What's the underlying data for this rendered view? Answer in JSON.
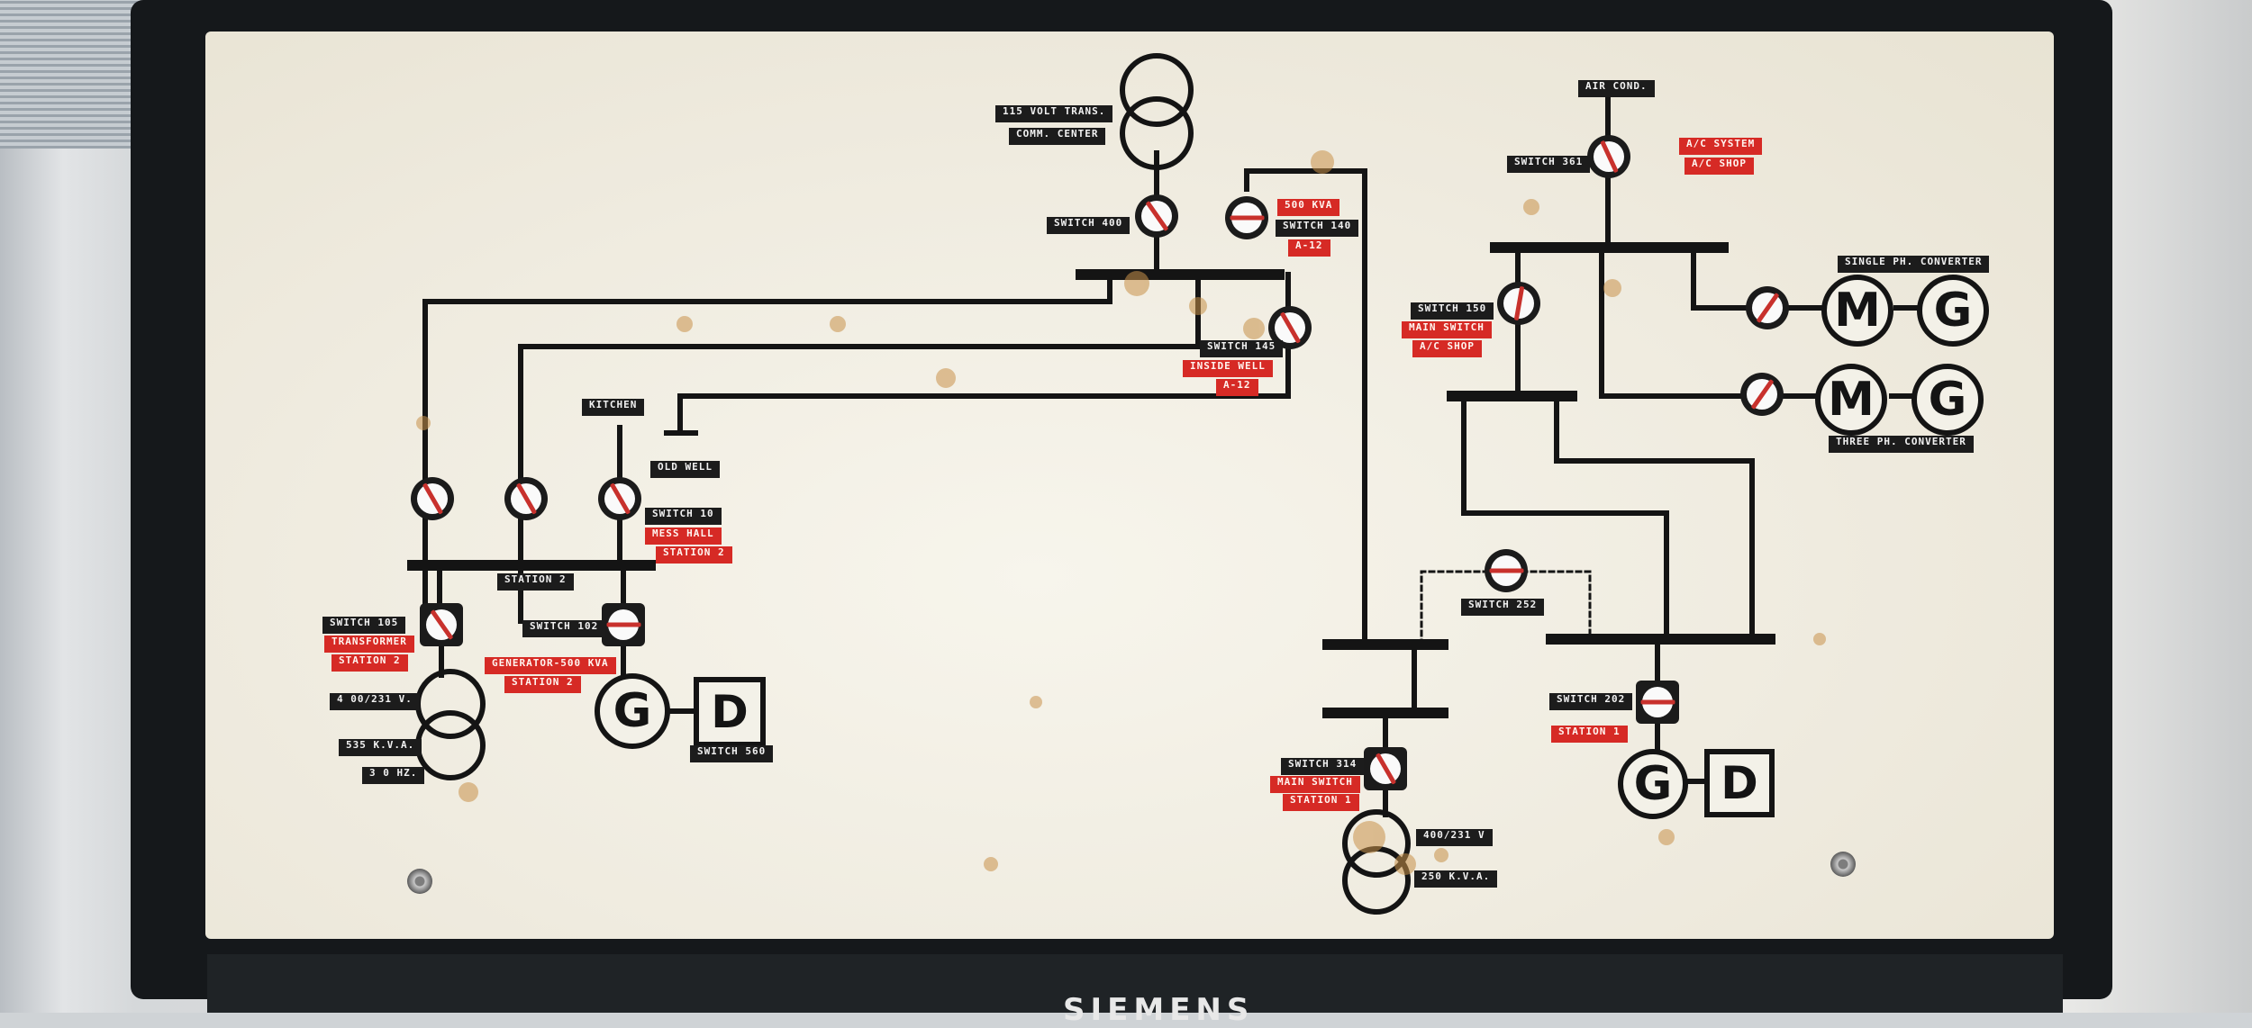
{
  "brand": "SIEMENS",
  "colors": {
    "bus": "#141414",
    "label_dark": "#1c1c1c",
    "label_red": "#d62a25",
    "panel": "#efebdf",
    "open_bar": "#c8312d"
  },
  "labels": {
    "volt_trans": "115 VOLT TRANS.",
    "comm_center": "COMM. CENTER",
    "switch_400": "SWITCH 400",
    "kva_500_a": "500 KVA",
    "switch_140": "SWITCH 140",
    "a12_a": "A-12",
    "switch_145": "SWITCH 145",
    "inside_well": "INSIDE WELL",
    "a12_b": "A-12",
    "kitchen": "KITCHEN",
    "old_well": "OLD WELL",
    "switch_10": "SWITCH 10",
    "mess_hall": "MESS HALL",
    "station_2_a": "STATION 2",
    "station_2_bus": "STATION 2",
    "switch_105": "SWITCH 105",
    "transformer": "TRANSFORMER",
    "station_2_b": "STATION 2",
    "switch_102": "SWITCH 102",
    "generator_500": "GENERATOR-500 KVA",
    "station_2_c": "STATION 2",
    "volts_left": "4 00/231 V.",
    "kva_left": "535 K.V.A.",
    "hz_left": "3 0 HZ.",
    "switch_560": "SWITCH 560",
    "air_cond": "AIR COND.",
    "switch_361": "SWITCH 361",
    "ac_system": "A/C SYSTEM",
    "ac_shop_a": "A/C SHOP",
    "switch_150": "SWITCH 150",
    "main_switch_ac": "MAIN SWITCH",
    "ac_shop_b": "A/C SHOP",
    "single_ph": "SINGLE PH. CONVERTER",
    "three_ph": "THREE PH. CONVERTER",
    "switch_252": "SWITCH 252",
    "switch_202": "SWITCH 202",
    "station_1_a": "STATION 1",
    "switch_314": "SWITCH 314",
    "main_switch_st1": "MAIN SWITCH",
    "station_1_b": "STATION 1",
    "volts_right": "400/231 V",
    "kva_right": "250 K.V.A."
  },
  "symbols": {
    "gen_left": "G",
    "dsl_left": "D",
    "motor_1": "M",
    "gen_1": "G",
    "motor_2": "M",
    "gen_2": "G",
    "gen_right": "G",
    "dsl_right": "D"
  }
}
